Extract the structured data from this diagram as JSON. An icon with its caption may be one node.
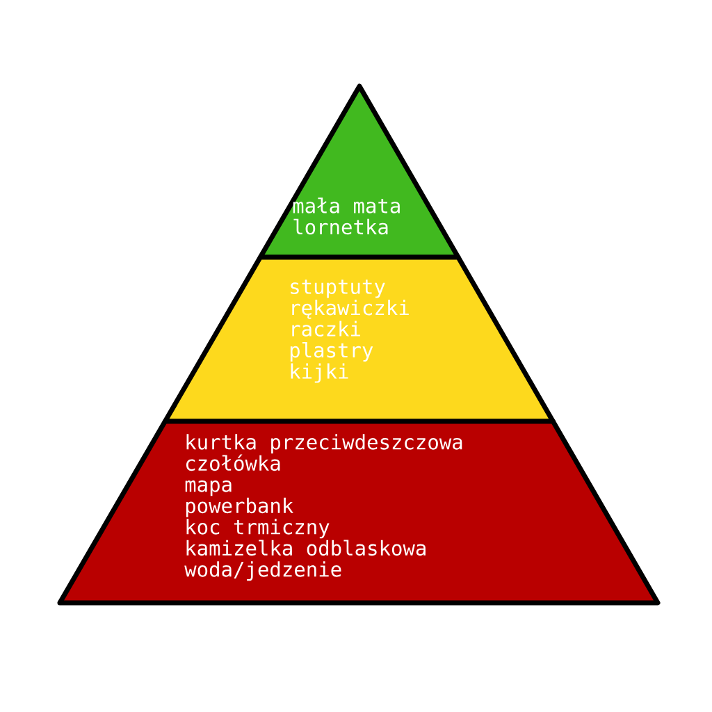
{
  "diagram": {
    "nodes": [
      {
        "text": [
          "mała mata",
          "lornetka"
        ]
      },
      {
        "text": [
          "stuptuty",
          "rękawiczki",
          "raczki",
          "plastry",
          "kijki"
        ]
      },
      {
        "text": [
          "kurtka przeciwdeszczowa",
          "czołówka",
          "mapa",
          "powerbank",
          "koc trmiczny",
          "kamizelka odblaskowa",
          "woda/jedzenie"
        ]
      }
    ]
  }
}
